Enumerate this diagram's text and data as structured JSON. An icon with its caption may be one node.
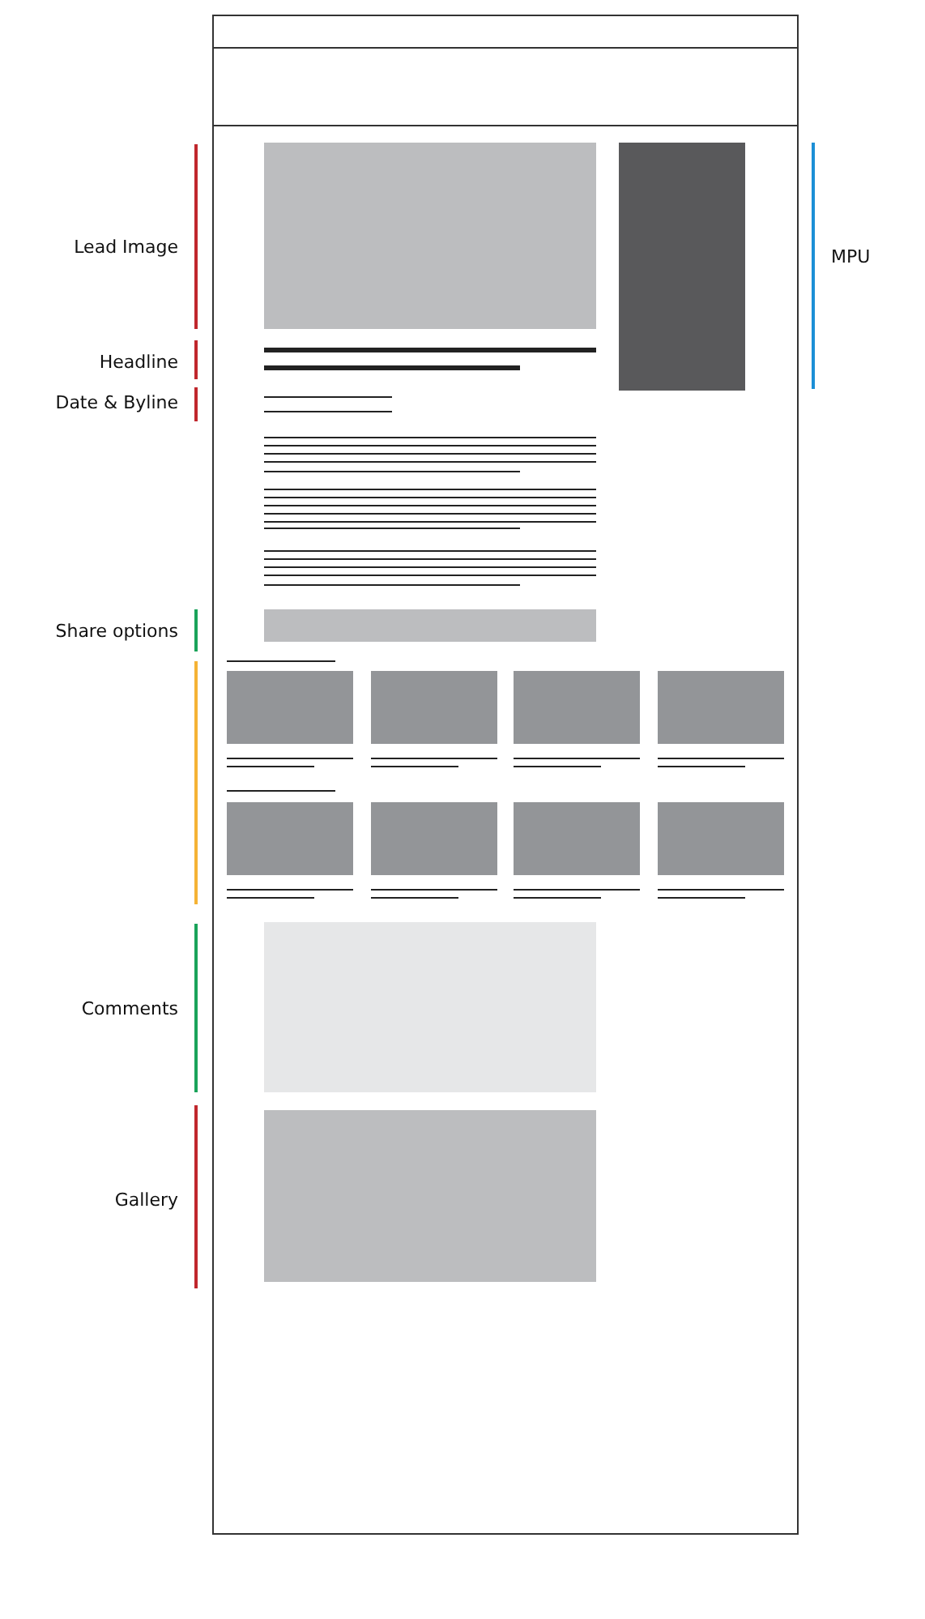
{
  "diagram": {
    "labels": [
      "Lead Image",
      "MPU",
      "Headline",
      "Date & Byline",
      "Share options",
      "Comments",
      "Gallery"
    ]
  }
}
